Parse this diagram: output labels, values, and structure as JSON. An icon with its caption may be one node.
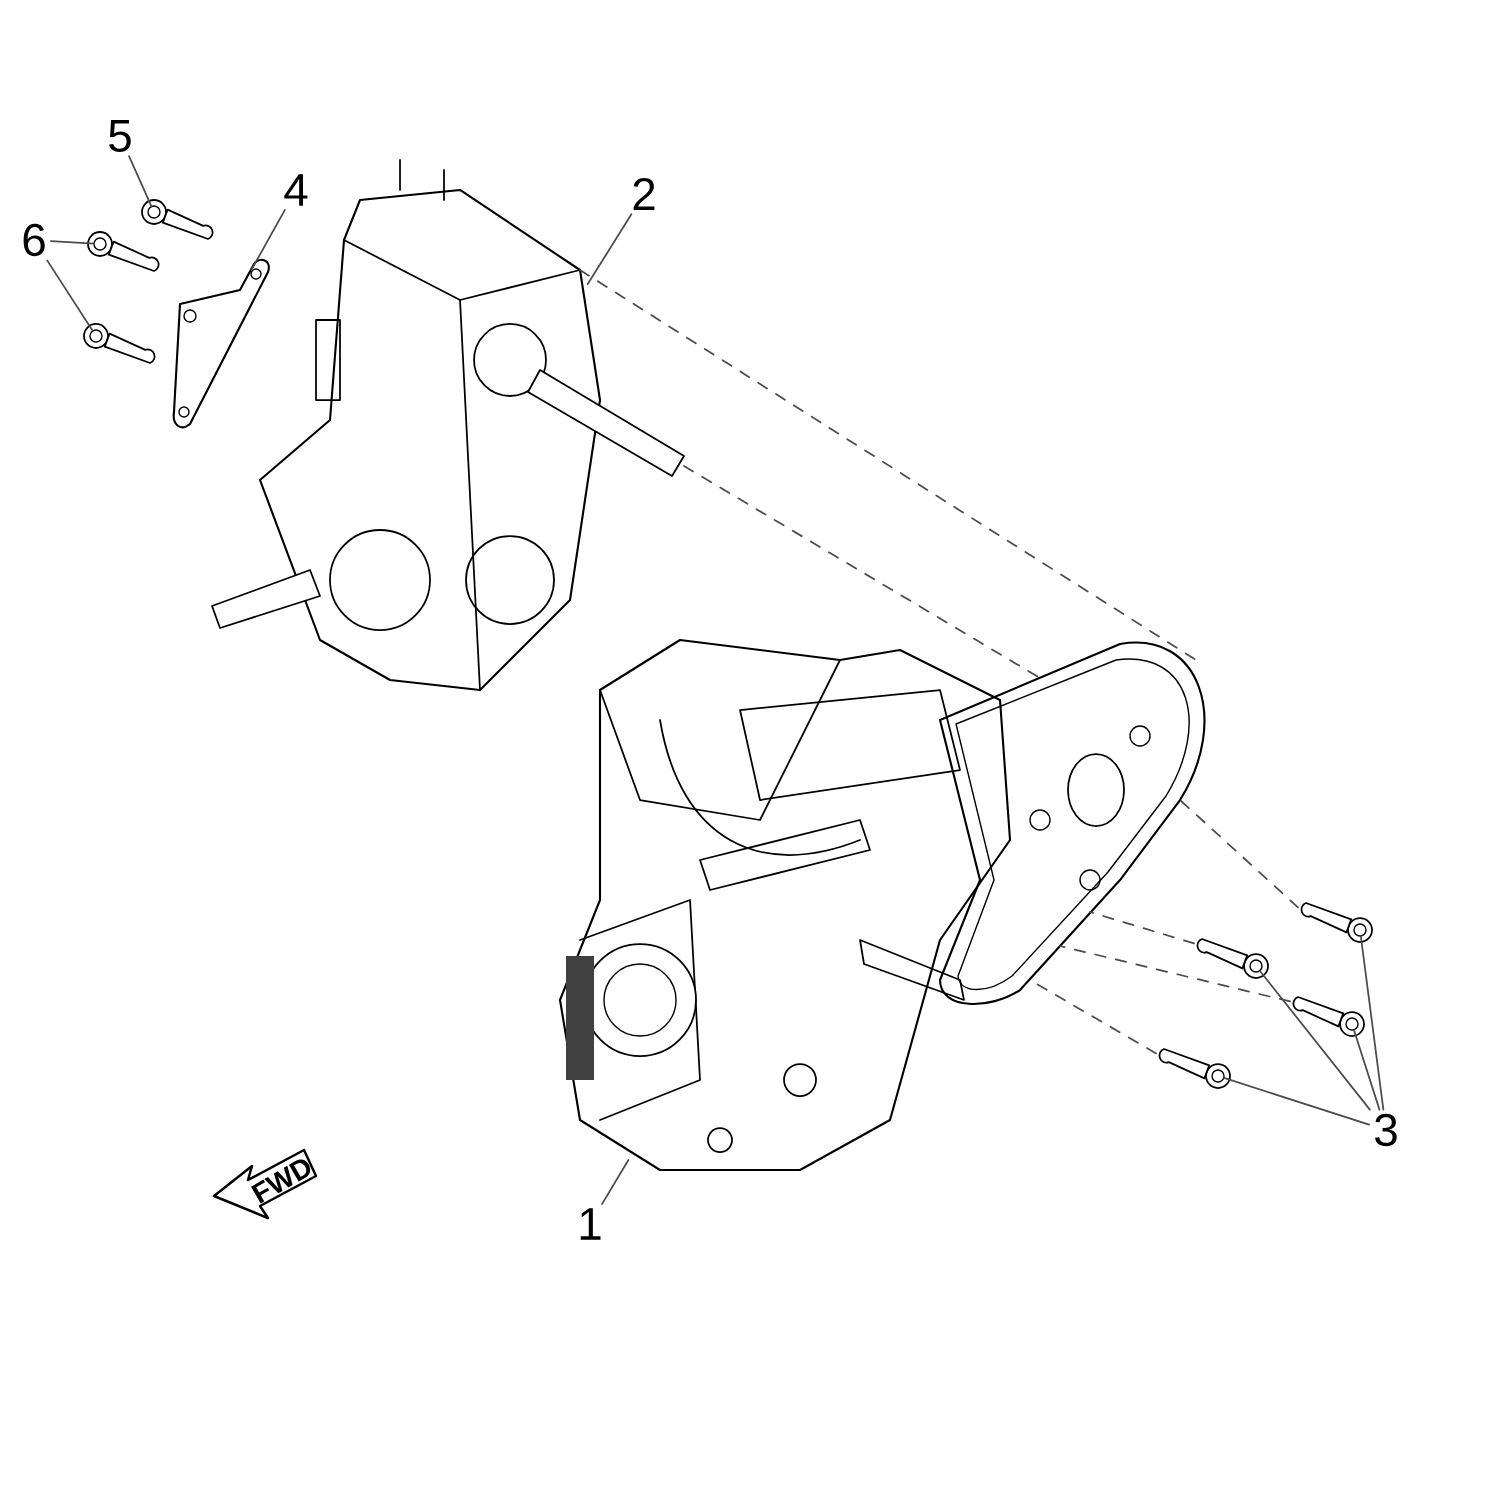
{
  "diagram": {
    "nodes": [
      {
        "text": [
          "1"
        ]
      },
      {
        "text": [],
        "shape": "picture"
      },
      {
        "text": [
          "2"
        ]
      },
      {
        "text": [],
        "shape": "picture"
      },
      {
        "text": [
          "3"
        ]
      },
      {
        "text": [],
        "shape": "picture"
      },
      {
        "text": [],
        "shape": "picture"
      },
      {
        "text": [],
        "shape": "picture"
      },
      {
        "text": [],
        "shape": "picture"
      },
      {
        "text": [
          "4"
        ]
      },
      {
        "text": [],
        "shape": "picture"
      },
      {
        "text": [
          "5"
        ]
      },
      {
        "text": [],
        "shape": "picture"
      },
      {
        "text": [
          "6"
        ]
      },
      {
        "text": [],
        "shape": "picture"
      },
      {
        "text": [],
        "shape": "picture"
      },
      {
        "text": [],
        "shape": "picture"
      }
    ],
    "edges": [
      {
        "from": 0,
        "to": 1,
        "arrow": "none"
      },
      {
        "from": 2,
        "to": 3,
        "arrow": "none"
      },
      {
        "from": 4,
        "to": 5,
        "arrow": "none"
      },
      {
        "from": 4,
        "to": 6,
        "arrow": "none"
      },
      {
        "from": 4,
        "to": 7,
        "arrow": "none"
      },
      {
        "from": 4,
        "to": 8,
        "arrow": "none"
      },
      {
        "from": 9,
        "to": 10,
        "arrow": "none"
      },
      {
        "from": 11,
        "to": 12,
        "arrow": "none"
      },
      {
        "from": 13,
        "to": 14,
        "arrow": "none"
      },
      {
        "from": 13,
        "to": 15,
        "arrow": "none"
      },
      {
        "from": 3,
        "to": 16,
        "arrow": "none",
        "style": "dashed"
      },
      {
        "from": 3,
        "to": 16,
        "arrow": "none",
        "style": "dashed"
      },
      {
        "from": 5,
        "to": 16,
        "arrow": "none",
        "style": "dashed"
      },
      {
        "from": 6,
        "to": 16,
        "arrow": "none",
        "style": "dashed"
      },
      {
        "from": 7,
        "to": 16,
        "arrow": "none",
        "style": "dashed"
      },
      {
        "from": 8,
        "to": 16,
        "arrow": "none",
        "style": "dashed"
      }
    ],
    "labels": [
      "FWD"
    ]
  }
}
